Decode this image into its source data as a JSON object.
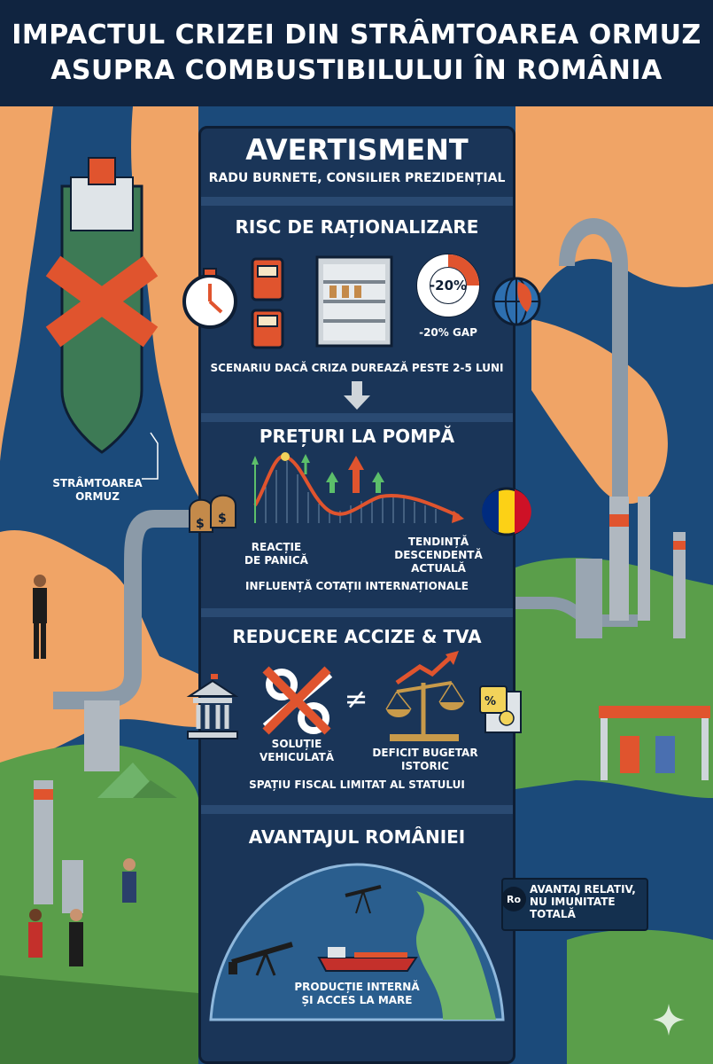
{
  "header": {
    "title_line1": "IMPACTUL CRIZEI DIN STRÂMTOAREA ORMUZ",
    "title_line2": "ASUPRA COMBUSTIBILULUI ÎN ROMÂNIA"
  },
  "warning": {
    "title": "AVERTISMENT",
    "subtitle": "RADU BURNETE, CONSILIER PREZIDENȚIAL"
  },
  "rationing": {
    "title": "RISC DE RAȚIONALIZARE",
    "gap_badge": "-20%",
    "gap_label": "-20% GAP",
    "scenario": "SCENARIU DACĂ CRIZA DUREAZĂ PESTE 2-5 LUNI"
  },
  "prices": {
    "title": "PREȚURI LA POMPĂ",
    "panic_line1": "REACȚIE",
    "panic_line2": "DE PANICĂ",
    "trend_line1": "TENDINȚĂ",
    "trend_line2": "DESCENDENTĂ",
    "trend_line3": "ACTUALĂ",
    "influence": "INFLUENȚĂ COTAȚII INTERNAȚIONALE"
  },
  "taxes": {
    "title": "REDUCERE ACCIZE & TVA",
    "neq_symbol": "≠",
    "solution_line1": "SOLUȚIE",
    "solution_line2": "VEHICULATĂ",
    "deficit_line1": "DEFICIT BUGETAR",
    "deficit_line2": "ISTORIC",
    "fiscal_space": "SPAȚIU FISCAL LIMITAT AL STATULUI"
  },
  "advantage": {
    "title": "AVANTAJUL ROMÂNIEI",
    "production_line1": "PRODUCȚIE INTERNĂ",
    "production_line2": "ȘI ACCES LA MARE"
  },
  "side": {
    "strait_line1": "STRÂMTOAREA",
    "strait_line2": "ORMUZ",
    "ro_badge": "Ro",
    "relative_line1": "AVANTAJ RELATIV,",
    "relative_line2": "NU IMUNITATE",
    "relative_line3": "TOTALĂ"
  },
  "colors": {
    "sea": "#1b4a7a",
    "land": "#f0a466",
    "grass": "#5a9e4a",
    "panel": "#1a3558",
    "header": "#102440",
    "accent_red": "#e0542e"
  }
}
